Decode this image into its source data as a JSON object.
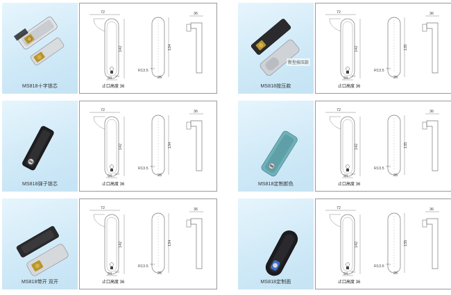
{
  "products": [
    {
      "caption": "MS818十字锁芯",
      "finish": "chrome-grey",
      "handle_color": "#c9ccd1",
      "body_color": "#e2e4e7",
      "has_badge": false
    },
    {
      "caption": "MS818按压款",
      "finish": "black-chrome",
      "handle_color": "#2b2b2d",
      "body_color": "#cfd2d6",
      "has_badge": true,
      "badge": "新型按压款"
    },
    {
      "caption": "MS818弹子锁芯",
      "finish": "black",
      "handle_color": "#1f1f21",
      "body_color": "#303033",
      "has_badge": false
    },
    {
      "caption": "MS818定制颜色",
      "finish": "teal",
      "handle_color": "#5fa0a8",
      "body_color": "#6fb1b8",
      "has_badge": false
    },
    {
      "caption": "MS818带开 双开",
      "finish": "black-chrome",
      "handle_color": "#2a2a2c",
      "body_color": "#d6d9dc",
      "has_badge": false
    },
    {
      "caption": "MS818定制面",
      "finish": "black-blue",
      "handle_color": "#1d1d20",
      "body_color": "#2a2a2e",
      "has_badge": false
    }
  ],
  "drawing": {
    "width_label": "72",
    "height_label": "142",
    "inner_label_left": "134",
    "inner_label_right": "135",
    "side_label": "36",
    "bottom_label": "34",
    "bottom_tol": "+0.2",
    "radius_label": "R13.5",
    "radius_tol": "+0.1",
    "depth_label": "26",
    "stop_label": "止口高度 36"
  }
}
